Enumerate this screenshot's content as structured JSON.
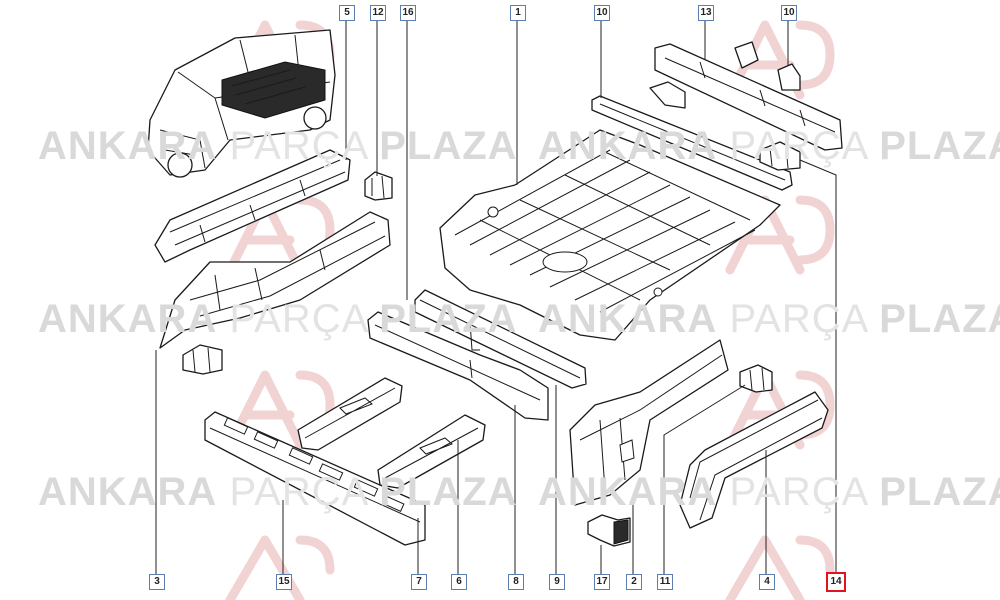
{
  "watermark": {
    "word1": "ANKARA",
    "word2": "PARÇA",
    "word3": "PLAZA"
  },
  "callouts": [
    {
      "id": "5",
      "label": "5",
      "highlight": false
    },
    {
      "id": "12a",
      "label": "12",
      "highlight": false
    },
    {
      "id": "16",
      "label": "16",
      "highlight": false
    },
    {
      "id": "1",
      "label": "1",
      "highlight": false
    },
    {
      "id": "10a",
      "label": "10",
      "highlight": false
    },
    {
      "id": "13",
      "label": "13",
      "highlight": false
    },
    {
      "id": "10b",
      "label": "10",
      "highlight": false
    },
    {
      "id": "3",
      "label": "3",
      "highlight": false
    },
    {
      "id": "15",
      "label": "15",
      "highlight": false
    },
    {
      "id": "7",
      "label": "7",
      "highlight": false
    },
    {
      "id": "6",
      "label": "6",
      "highlight": false
    },
    {
      "id": "8",
      "label": "8",
      "highlight": false
    },
    {
      "id": "9",
      "label": "9",
      "highlight": false
    },
    {
      "id": "17",
      "label": "17",
      "highlight": false
    },
    {
      "id": "2",
      "label": "2",
      "highlight": false
    },
    {
      "id": "11",
      "label": "11",
      "highlight": false
    },
    {
      "id": "4",
      "label": "4",
      "highlight": false
    },
    {
      "id": "14",
      "label": "14",
      "highlight": true
    }
  ],
  "colors": {
    "callout_border": "#5a7fb0",
    "highlight_border": "#e0141e",
    "watermark_logo": "#f1d3d3"
  }
}
